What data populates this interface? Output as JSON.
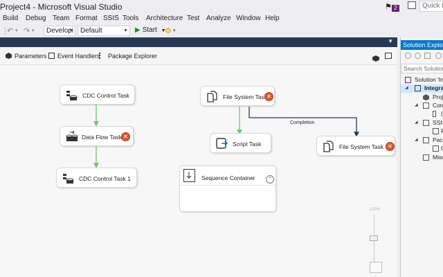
{
  "window": {
    "title": "Project4 - Microsoft Visual Studio",
    "notification_count": "2",
    "quick_launch_placeholder": "Quick La"
  },
  "menu": [
    "Build",
    "Debug",
    "Team",
    "Format",
    "SSIS",
    "Tools",
    "Architecture",
    "Test",
    "Analyze",
    "Window",
    "Help"
  ],
  "toolbar": {
    "solution_config": "Developi",
    "platform": "Default",
    "start_label": "Start"
  },
  "designer_tabs": {
    "parameters": "Parameters",
    "event_handlers": "Event Handlers",
    "package_explorer": "Package Explorer"
  },
  "tasks": {
    "cdc1": "CDC Control Task",
    "dataflow": "Data Flow Task",
    "cdc2": "CDC Control Task 1",
    "fs1": "File System Task",
    "script": "Script Task",
    "fs2": "File System Task 1",
    "sequence": "Sequence Container"
  },
  "connectors": {
    "completion": "Completion"
  },
  "zoom": {
    "label": "100%"
  },
  "solution_explorer": {
    "title": "Solution Explorer",
    "search_placeholder": "Search Solution",
    "rows": [
      "Solution 'In",
      "Integra",
      "Proj",
      "Con",
      "(",
      "SSIS",
      "P",
      "Pack",
      "C",
      "Misc"
    ]
  },
  "colors": {
    "accent": "#007acc",
    "doc_strip": "#293955",
    "success_arrow": "#6ec66e",
    "completion_arrow": "#1f3864",
    "error": "#e4572e"
  }
}
